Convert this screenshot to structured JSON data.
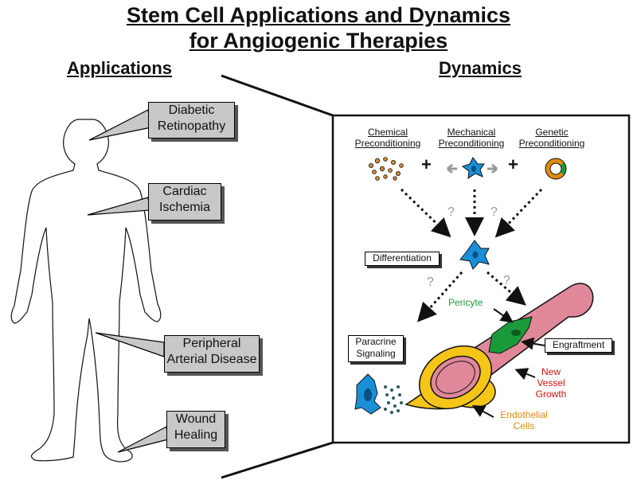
{
  "title": {
    "line1": "Stem Cell Applications and Dynamics",
    "line2": "for Angiogenic Therapies"
  },
  "headings": {
    "applications": "Applications",
    "dynamics": "Dynamics"
  },
  "applications": [
    {
      "line1": "Diabetic",
      "line2": "Retinopathy"
    },
    {
      "line1": "Cardiac",
      "line2": "Ischemia"
    },
    {
      "line1": "Peripheral",
      "line2": "Arterial Disease"
    },
    {
      "line1": "Wound",
      "line2": "Healing"
    }
  ],
  "preconditioning": [
    {
      "line1": "Chemical",
      "line2": "Preconditioning"
    },
    {
      "line1": "Mechanical",
      "line2": "Preconditioning"
    },
    {
      "line1": "Genetic",
      "line2": "Preconditioning"
    }
  ],
  "plus": "+",
  "question": "?",
  "labels": {
    "differentiation": "Differentiation",
    "paracrine_line1": "Paracrine",
    "paracrine_line2": "Signaling",
    "engraftment": "Engraftment",
    "pericyte": "Pericyte",
    "new_vessel_line1": "New",
    "new_vessel_line2": "Vessel",
    "new_vessel_line3": "Growth",
    "endothelial_line1": "Endothelial",
    "endothelial_line2": "Cells"
  },
  "colors": {
    "stem_cell": "#1a8fd8",
    "pericyte": "#1a9a3a",
    "vessel": "#e0889a",
    "endothelial": "#f5c518",
    "chemical": "#d08a3a",
    "new_vessel_text": "#d01010",
    "endothelial_text": "#e08a10"
  }
}
